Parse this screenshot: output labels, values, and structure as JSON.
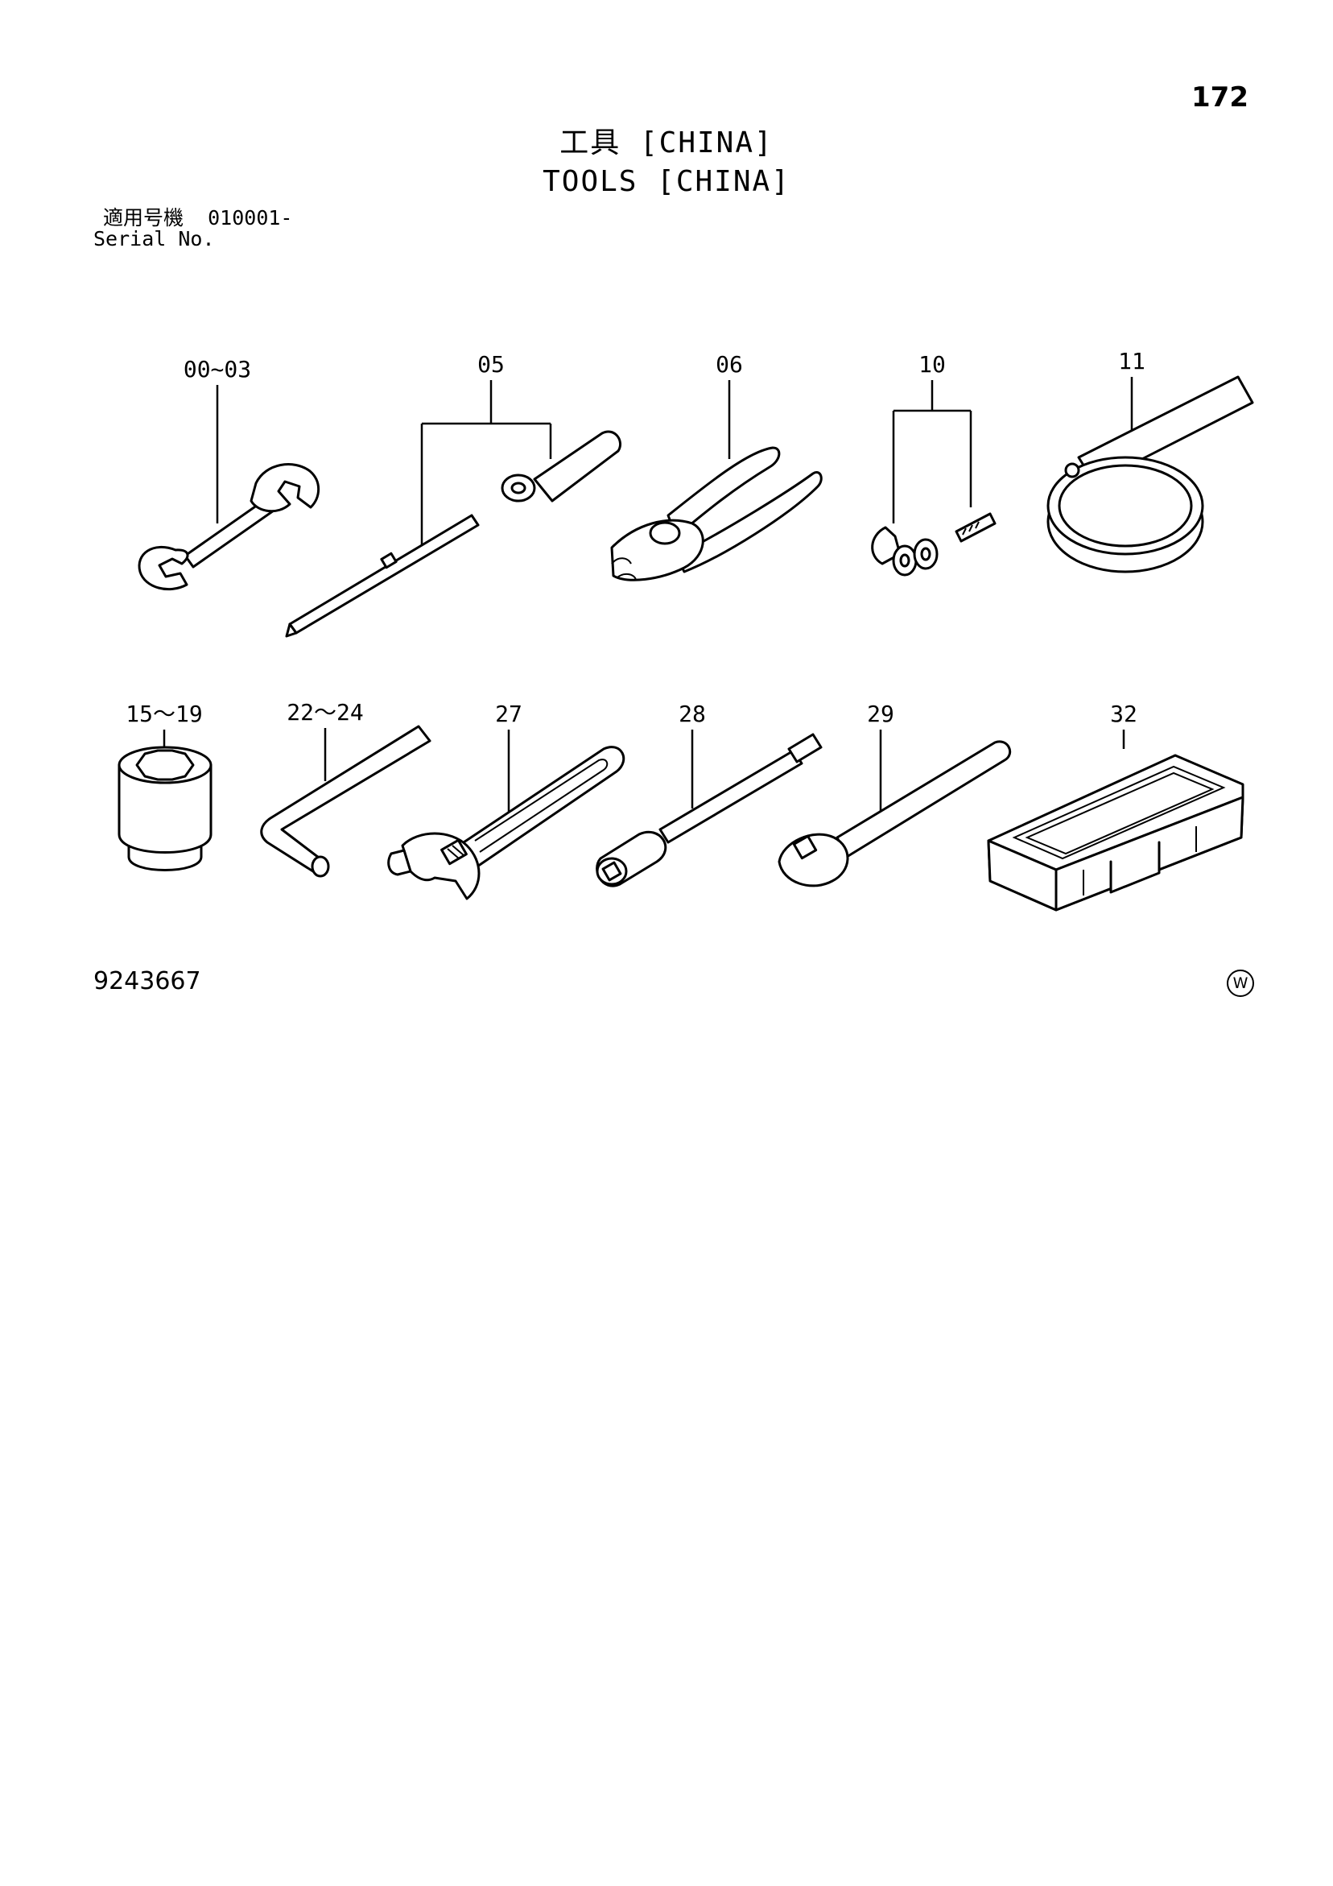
{
  "page_number": "172",
  "title_jp": "工具 [CHINA]",
  "title_en": "TOOLS [CHINA]",
  "serial_label_jp": "適用号機",
  "serial_value": "010001-",
  "serial_label_en": "Serial No.",
  "doc_number": "9243667",
  "mark": "W",
  "callouts": {
    "wrench": "00~03",
    "screwdriver": "05",
    "pliers": "06",
    "shackle": "10",
    "filter_wrench": "11",
    "socket": "15～19",
    "hex_key": "22～24",
    "adjustable_wrench": "27",
    "extension_bar": "28",
    "ratchet_handle": "29",
    "tool_case": "32"
  }
}
